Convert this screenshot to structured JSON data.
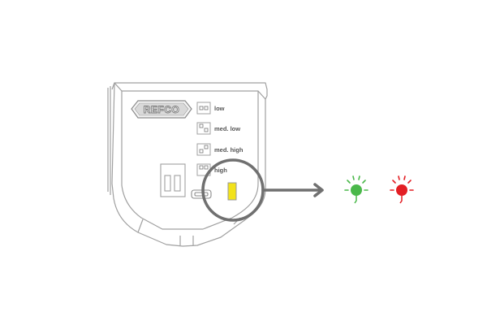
{
  "device": {
    "brand": "REFCO",
    "sensitivity_levels": [
      "low",
      "med. low",
      "med. high",
      "high"
    ]
  },
  "indicator": {
    "led_color": "#f2e21b"
  },
  "status_lamps": [
    {
      "icon": "green-lamp-icon",
      "color": "#4ab84a"
    },
    {
      "icon": "red-lamp-icon",
      "color": "#e31e24"
    }
  ],
  "colors": {
    "outline": "#a0a0a0",
    "callout": "#707070"
  }
}
